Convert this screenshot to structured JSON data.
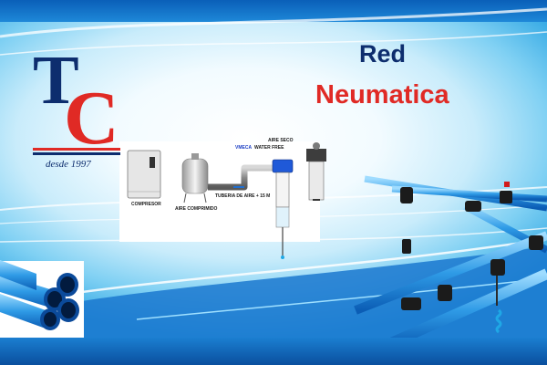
{
  "logo": {
    "letter_t": "T",
    "letter_c": "C",
    "since": "desde 1997"
  },
  "title": {
    "line1": "Red",
    "line2": "Neumatica"
  },
  "diagram": {
    "labels": {
      "compressor": "COMPRESOR",
      "compressed_air": "AIRE COMPRIMIDO",
      "pipe": "TUBERIA DE AIRE + 15 M",
      "vmeca": "VMECA",
      "water_free": "WATER FREE",
      "dry_air": "AIRE SECO"
    }
  },
  "colors": {
    "navy": "#0d2d6e",
    "red": "#e02a25",
    "sky_blue": "#2fa6e3",
    "pipe_blue": "#1e8fe0"
  }
}
